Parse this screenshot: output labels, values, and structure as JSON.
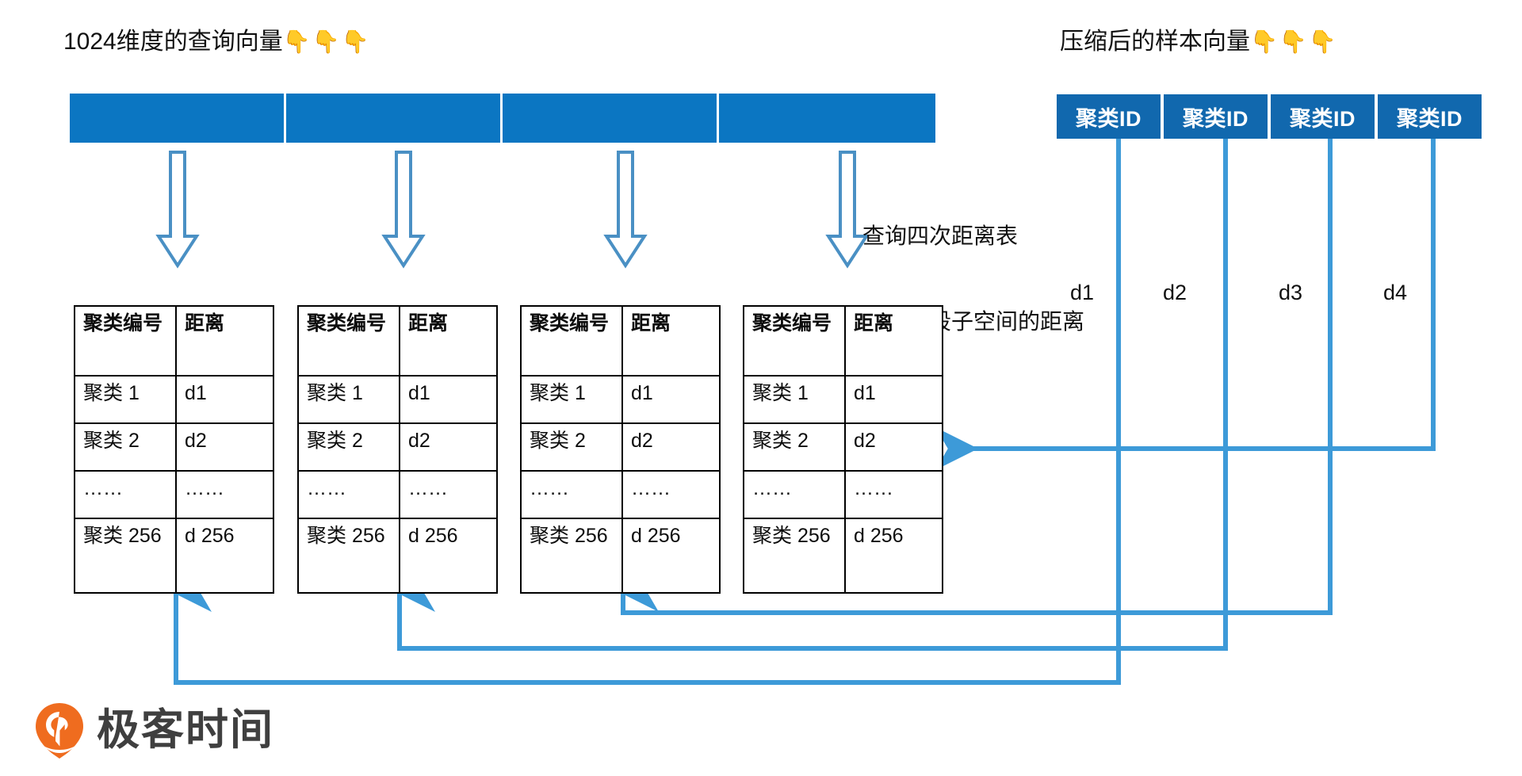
{
  "diagram": {
    "title_left": "1024维度的查询向量",
    "title_left_emoji": "👇👇👇",
    "title_right": "压缩后的样本向量",
    "title_right_emoji": "👇👇👇",
    "annotation_line1": "查询四次距离表",
    "annotation_line2": "得到四段子空间的距离",
    "colors": {
      "query_bar_blue": "#0b76c2",
      "cluster_cell_blue": "#1168ae",
      "connector_blue": "#3d9ad8",
      "block_arrow_outline": "#4a90c4",
      "logo_orange": "#ef6c1f",
      "logo_text_gray": "#3f3f3f"
    }
  },
  "query_vector": {
    "segments": [
      "",
      "",
      "",
      ""
    ]
  },
  "compressed_vector": {
    "cells": [
      {
        "label": "聚类ID"
      },
      {
        "label": "聚类ID"
      },
      {
        "label": "聚类ID"
      },
      {
        "label": "聚类ID"
      }
    ],
    "distance_labels": [
      "d1",
      "d2",
      "d3",
      "d4"
    ]
  },
  "distance_tables": [
    {
      "headers": [
        "聚类编号",
        "距离"
      ],
      "rows": [
        [
          "聚类 1",
          "d1"
        ],
        [
          "聚类 2",
          "d2"
        ],
        [
          "……",
          "……"
        ],
        [
          "聚类 256",
          "d 256"
        ]
      ]
    },
    {
      "headers": [
        "聚类编号",
        "距离"
      ],
      "rows": [
        [
          "聚类 1",
          "d1"
        ],
        [
          "聚类 2",
          "d2"
        ],
        [
          "……",
          "……"
        ],
        [
          "聚类 256",
          "d 256"
        ]
      ]
    },
    {
      "headers": [
        "聚类编号",
        "距离"
      ],
      "rows": [
        [
          "聚类 1",
          "d1"
        ],
        [
          "聚类 2",
          "d2"
        ],
        [
          "……",
          "……"
        ],
        [
          "聚类 256",
          "d 256"
        ]
      ]
    },
    {
      "headers": [
        "聚类编号",
        "距离"
      ],
      "rows": [
        [
          "聚类 1",
          "d1"
        ],
        [
          "聚类 2",
          "d2"
        ],
        [
          "……",
          "……"
        ],
        [
          "聚类 256",
          "d 256"
        ]
      ]
    }
  ],
  "logo": {
    "text": "极客时间"
  }
}
